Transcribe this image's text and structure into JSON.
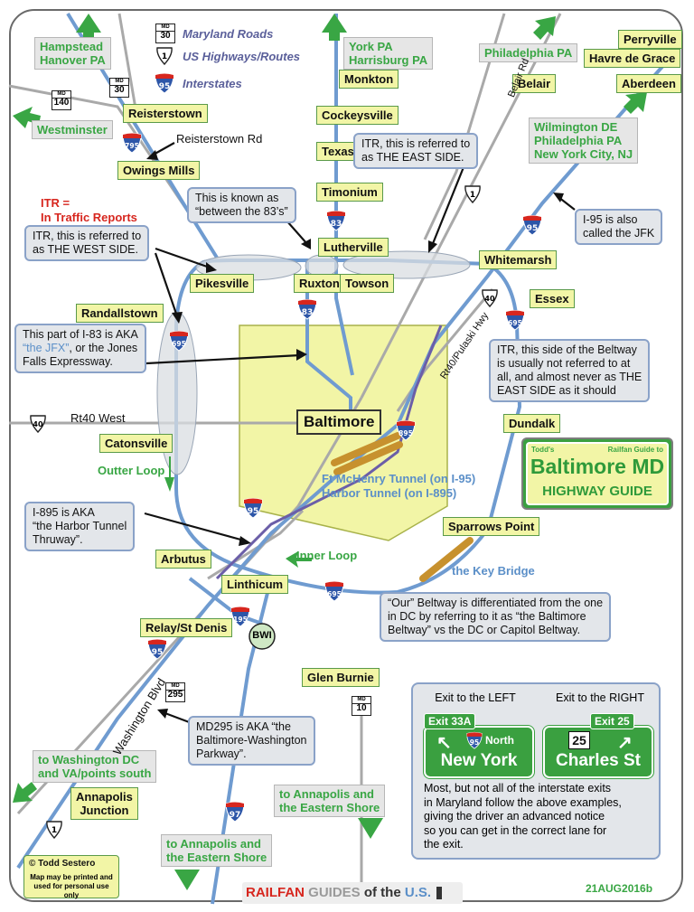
{
  "legend": {
    "md_label": "Maryland Roads",
    "us_label": "US Highways/Routes",
    "i_label": "Interstates",
    "md_num": "30",
    "us_num": "1",
    "i_num": "95"
  },
  "destinations": {
    "hampstead": "Hampstead\nHanover PA",
    "westminster": "Westminster",
    "york": "York PA\nHarrisburg PA",
    "philadelphia": "Philadelphia PA",
    "wilmington": "Wilmington DE\nPhiladelphia PA\nNew York City, NJ",
    "washington": "to Washington DC\nand VA/points south",
    "annapolis_east": "to Annapolis and\nthe Eastern Shore",
    "annapolis_south": "to Annapolis and\nthe Eastern Shore"
  },
  "places": {
    "reisterstown": "Reisterstown",
    "owings_mills": "Owings Mills",
    "monkton": "Monkton",
    "cockeysville": "Cockeysville",
    "texas": "Texas",
    "timonium": "Timonium",
    "lutherville": "Lutherville",
    "ruxton": "Ruxton",
    "towson": "Towson",
    "pikesville": "Pikesville",
    "randallstown": "Randallstown",
    "catonsville": "Catonsville",
    "arbutus": "Arbutus",
    "linthicum": "Linthicum",
    "relay": "Relay/St Denis",
    "glen_burnie": "Glen Burnie",
    "annapolis_junction": "Annapolis\nJunction",
    "perryville": "Perryville",
    "havre": "Havre de Grace",
    "belair": "Belair",
    "aberdeen": "Aberdeen",
    "whitemarsh": "Whitemarsh",
    "essex": "Essex",
    "dundalk": "Dundalk",
    "sparrows_point": "Sparrows Point",
    "baltimore": "Baltimore"
  },
  "notes": {
    "itr_east": "ITR, this is referred to\nas THE EAST SIDE.",
    "between_83": "This is known as\n“between the 83’s”",
    "itr_west": "ITR, this is referred to\nas THE WEST SIDE.",
    "jfx_pre": "This part of I-83 is AKA\n",
    "jfx_blue": "“the JFX”",
    "jfx_post": ", or the Jones\nFalls Expressway.",
    "jfk": "I-95 is also\ncalled the JFK",
    "itr_side": "ITR, this side of the Beltway\nis usually not referred to at\nall, and almost never as THE\nEAST SIDE as it should",
    "i895": "I-895 is AKA\n“the Harbor Tunnel\nThruway”.",
    "our_beltway": "“Our” Beltway is differentiated from the one\nin DC by referring to it as “the Baltimore\nBeltway” vs the DC or Capitol Beltway.",
    "md295": "MD295 is AKA “the\nBaltimore-Washington\nParkway”."
  },
  "itr_def": "ITR =\nIn Traffic Reports",
  "roads": {
    "reisterstown_rd": "Reisterstown Rd",
    "belair_rd": "Belair Rd",
    "rt40_pulaski": "Rt40/Pulaski Hwy",
    "rt40_west": "Rt40 West",
    "washington_blvd": "Washington Blvd"
  },
  "tunnels": "Ft McHenry Tunnel (on I-95)\nHarbor Tunnel (on I-895)",
  "key_bridge": "the Key Bridge",
  "loops": {
    "outer": "Outter Loop",
    "inner": "Inner Loop"
  },
  "bwi": "BWI",
  "shields": {
    "i795": "795",
    "i83": "83",
    "i83b": "83",
    "i695w": "695",
    "i695e": "695",
    "i695s": "695",
    "i95ne": "95",
    "i95c": "95",
    "i95sw": "95",
    "i895": "895",
    "i195": "195",
    "i97": "97",
    "us1n": "1",
    "us1s": "1",
    "us40e": "40",
    "us40w": "40",
    "md140": "140",
    "md30": "30",
    "md295": "295",
    "md10": "10",
    "md_tag": "MD"
  },
  "title_sign": {
    "todds": "Todd's",
    "railfan": "Railfan Guide to",
    "line1": "Baltimore MD",
    "line2": "HIGHWAY GUIDE"
  },
  "exit_panel": {
    "left_title": "Exit to the LEFT",
    "right_title": "Exit to the RIGHT",
    "left_tab": "Exit 33A",
    "left_dir": "North",
    "left_shield": "95",
    "left_dest": "New York",
    "right_tab": "Exit 25",
    "right_route": "25",
    "right_dest": "Charles St",
    "body": "Most, but not all of the interstate exits\nin Maryland follow the above examples,\ngiving the driver an advanced notice\nso you can get in the correct lane for\nthe exit."
  },
  "footer": {
    "copyright": "© Todd Sestero",
    "permission": "Map may be printed and\nused for personal use only",
    "railfan": "RAILFAN",
    "guides": " GUIDES",
    "of_the": " of the",
    "us": " U.S.",
    "version": "21AUG2016b"
  },
  "colors": {
    "road_blue": "#6f9bd0",
    "road_gray": "#a9a9a9",
    "city_yellow": "#f2f5a6",
    "label_green": "#39a644",
    "tunnel_orange": "#c7912e",
    "i895_purple": "#6b5ea8"
  }
}
